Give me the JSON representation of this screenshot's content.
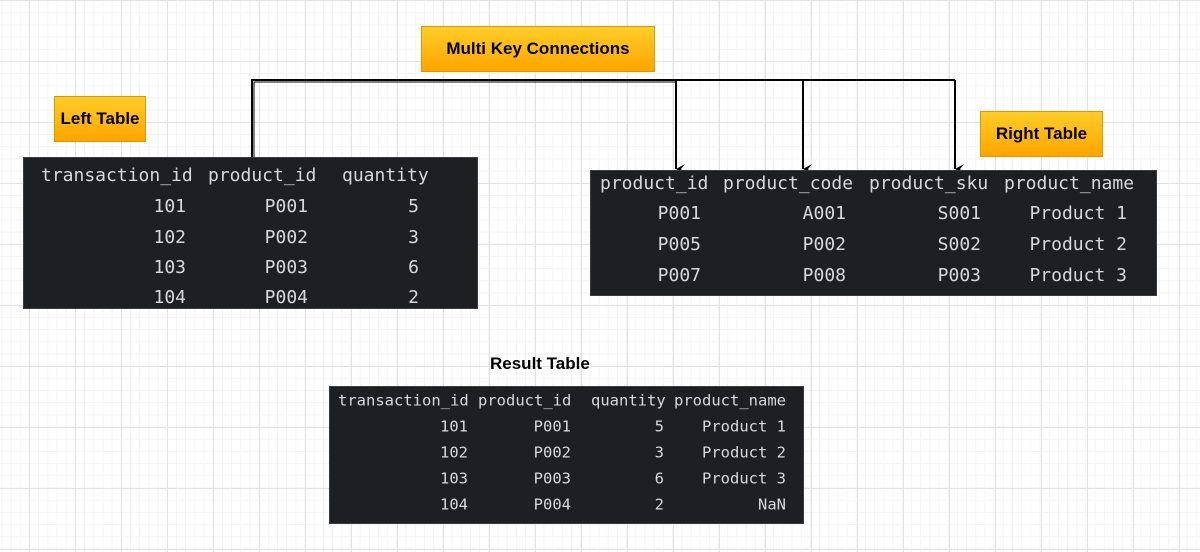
{
  "labels": {
    "multi_key": "Multi Key Connections",
    "left": "Left Table",
    "right": "Right Table",
    "result": "Result Table"
  },
  "colors": {
    "label_fill": "#ffb300",
    "table_bg": "#1e1f22",
    "connector": "#000000"
  },
  "left_table": {
    "headers": [
      "transaction_id",
      "product_id",
      "quantity"
    ],
    "rows": [
      [
        "101",
        "P001",
        "5"
      ],
      [
        "102",
        "P002",
        "3"
      ],
      [
        "103",
        "P003",
        "6"
      ],
      [
        "104",
        "P004",
        "2"
      ]
    ]
  },
  "right_table": {
    "headers": [
      "product_id",
      "product_code",
      "product_sku",
      "product_name"
    ],
    "rows": [
      [
        "P001",
        "A001",
        "S001",
        "Product 1"
      ],
      [
        "P005",
        "P002",
        "S002",
        "Product 2"
      ],
      [
        "P007",
        "P008",
        "P003",
        "Product 3"
      ]
    ]
  },
  "result_table": {
    "headers": [
      "transaction_id",
      "product_id",
      "quantity",
      "product_name"
    ],
    "rows": [
      [
        "101",
        "P001",
        "5",
        "Product 1"
      ],
      [
        "102",
        "P002",
        "3",
        "Product 2"
      ],
      [
        "103",
        "P003",
        "6",
        "Product 3"
      ],
      [
        "104",
        "P004",
        "2",
        "NaN"
      ]
    ]
  }
}
